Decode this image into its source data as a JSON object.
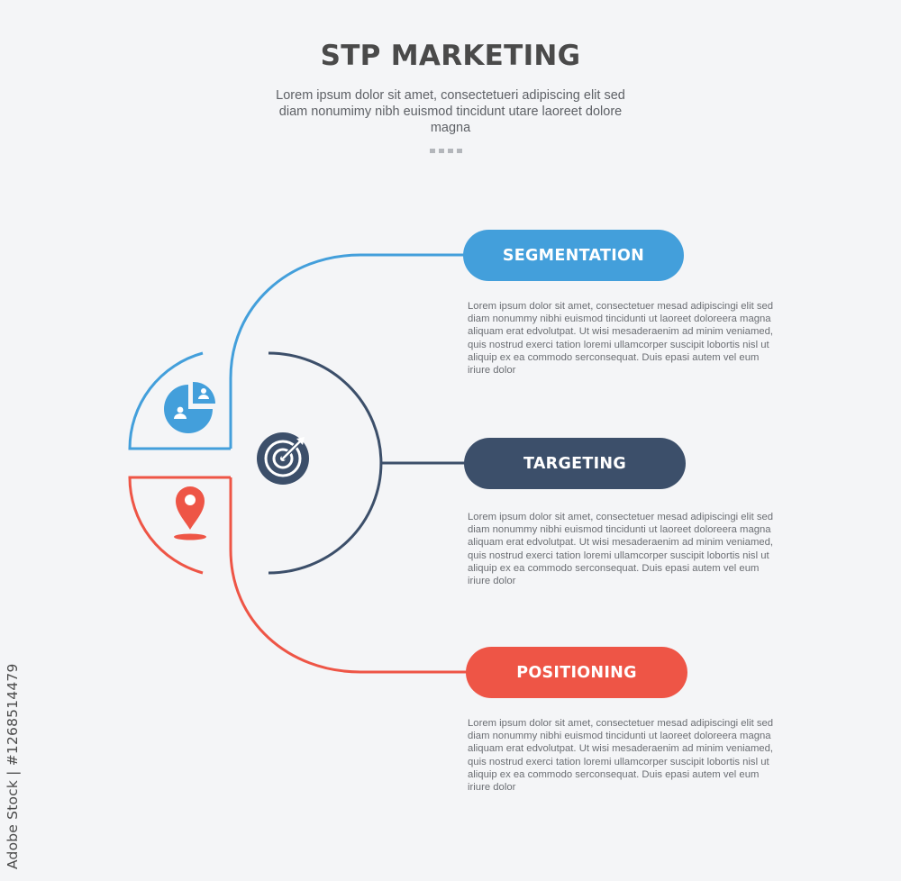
{
  "header": {
    "title": "STP MARKETING",
    "subtitle": "Lorem ipsum dolor sit amet, consectetueri adipiscing elit sed diam nonumimy nibh euismod tincidunt utare laoreet dolore magna"
  },
  "colors": {
    "segmentation": "#439fdb",
    "targeting": "#3c4f6a",
    "positioning": "#ee5546",
    "background": "#f4f5f7"
  },
  "steps": [
    {
      "label": "SEGMENTATION",
      "icon": "pie-chart-users-icon",
      "description": "Lorem ipsum dolor sit amet, consectetuer mesad adipiscingi elit sed diam nonummy nibhi euismod tincidunti ut laoreet doloreera magna aliquam erat edvolutpat. Ut wisi mesaderaenim ad minim veniamed, quis nostrud exerci tation loremi ullamcorper suscipit lobortis nisl ut aliquip ex ea commodo serconsequat. Duis epasi autem vel eum iriure dolor"
    },
    {
      "label": "TARGETING",
      "icon": "target-arrow-icon",
      "description": "Lorem ipsum dolor sit amet, consectetuer mesad adipiscingi elit sed diam nonummy nibhi euismod tincidunti ut laoreet doloreera magna aliquam erat edvolutpat. Ut wisi mesaderaenim ad minim veniamed, quis nostrud exerci tation loremi ullamcorper suscipit lobortis nisl ut aliquip ex ea commodo serconsequat. Duis epasi autem vel eum iriure dolor"
    },
    {
      "label": "POSITIONING",
      "icon": "map-pin-icon",
      "description": "Lorem ipsum dolor sit amet, consectetuer mesad adipiscingi elit sed diam nonummy nibhi euismod tincidunti ut laoreet doloreera magna aliquam erat edvolutpat. Ut wisi mesaderaenim ad minim veniamed, quis nostrud exerci tation loremi ullamcorper suscipit lobortis nisl ut aliquip ex ea commodo serconsequat. Duis epasi autem vel eum iriure dolor"
    }
  ],
  "watermark": "Adobe Stock | #1268514479"
}
